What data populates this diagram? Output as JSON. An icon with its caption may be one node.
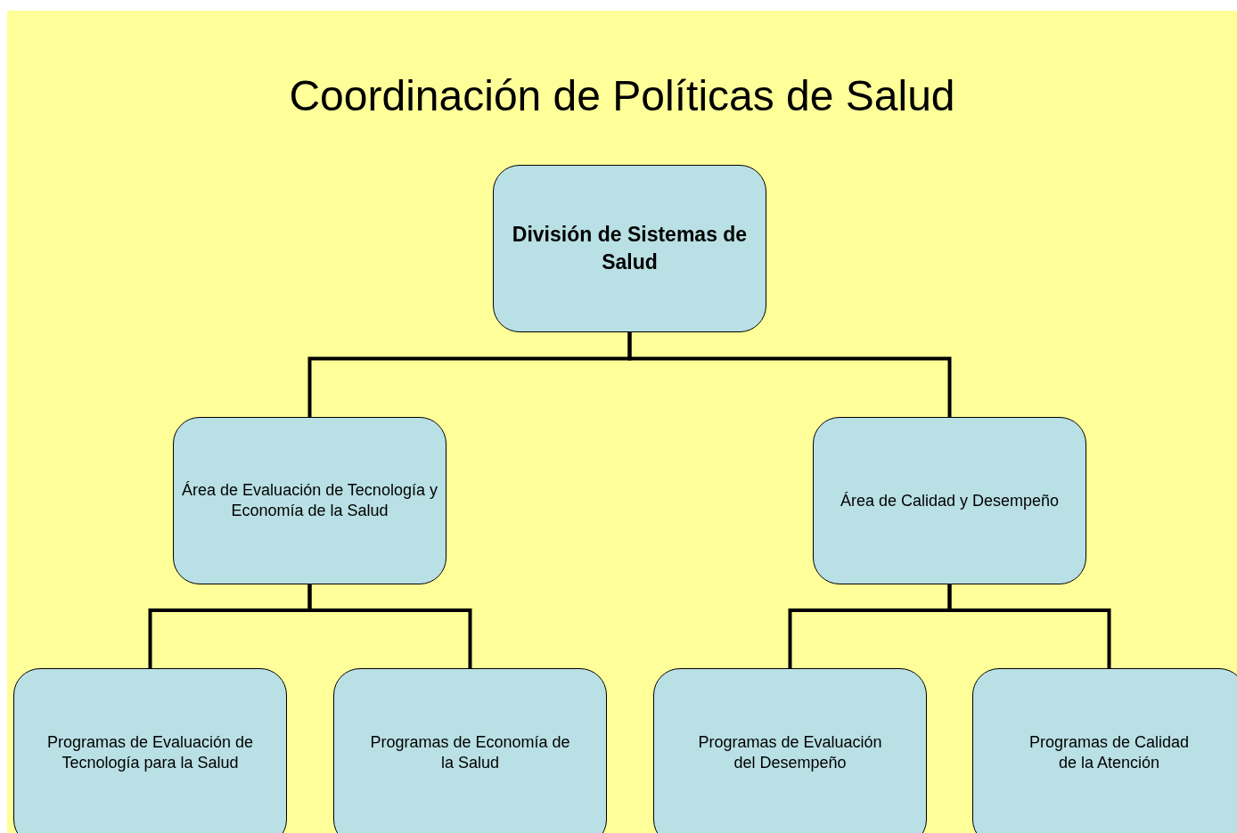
{
  "diagram": {
    "title": "Coordinación de Políticas de Salud",
    "nodes": [
      {
        "text": [
          "División de Sistemas de Salud"
        ]
      },
      {
        "text": [
          "Área de Evaluación de Tecnología y Economía de la Salud"
        ]
      },
      {
        "text": [
          "Área de Calidad y Desempeño"
        ]
      },
      {
        "text": [
          "Programas de Evaluación de Tecnología para la Salud"
        ]
      },
      {
        "text": [
          "Programas de Economía de la Salud"
        ]
      },
      {
        "text": [
          "Programas de Evaluación del Desempeño"
        ]
      },
      {
        "text": [
          "Programas de Calidad de la Atención"
        ]
      }
    ],
    "edges": [
      {
        "from": 0,
        "to": 1,
        "arrow": "none"
      },
      {
        "from": 0,
        "to": 2,
        "arrow": "none"
      },
      {
        "from": 1,
        "to": 3,
        "arrow": "none"
      },
      {
        "from": 1,
        "to": 4,
        "arrow": "none"
      },
      {
        "from": 2,
        "to": 5,
        "arrow": "none"
      },
      {
        "from": 2,
        "to": 6,
        "arrow": "none"
      }
    ]
  }
}
